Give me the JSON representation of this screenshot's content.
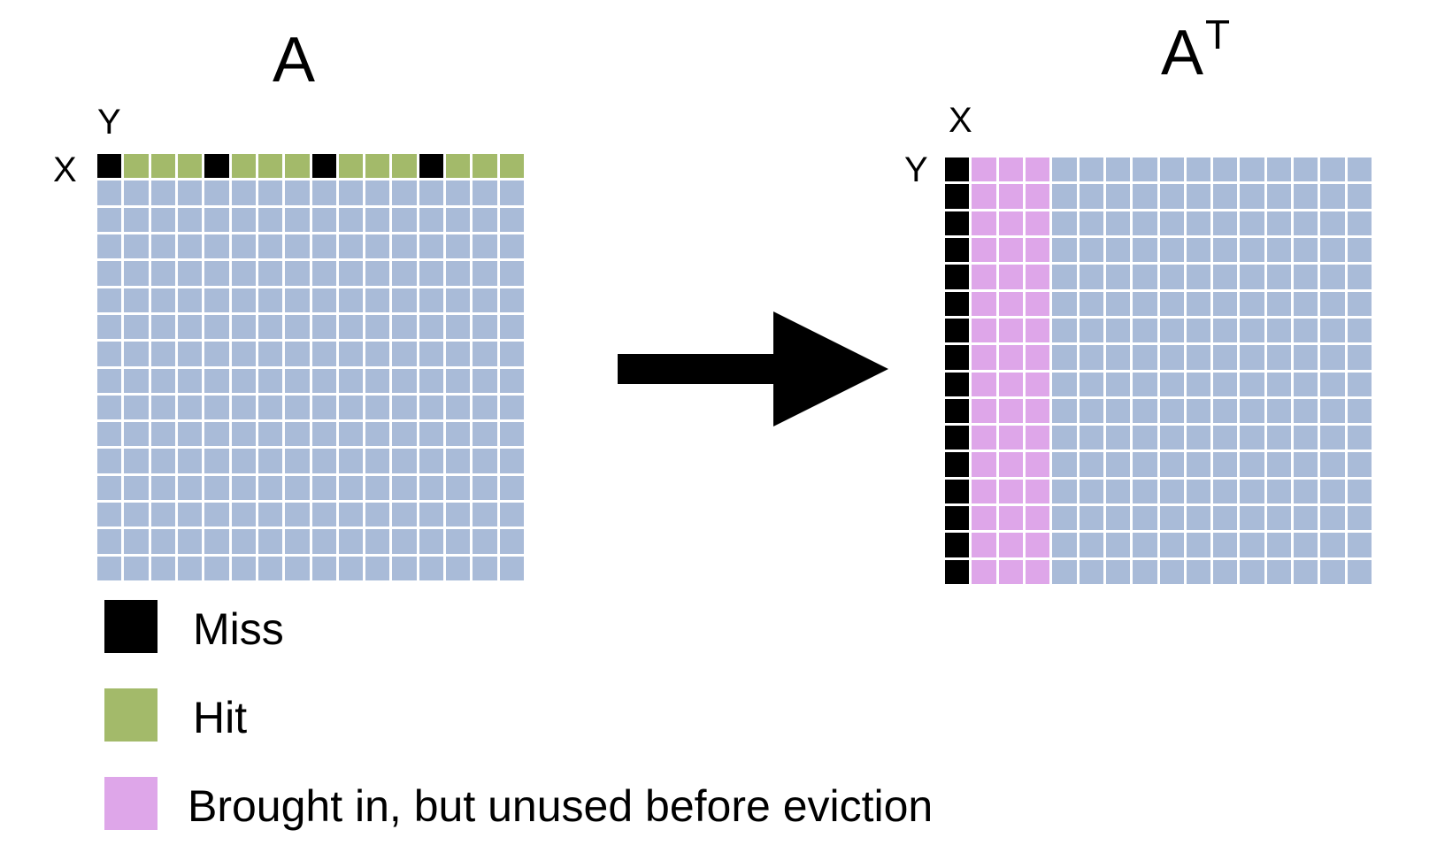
{
  "colors": {
    "miss": "#000000",
    "hit": "#a3ba6a",
    "unused": "#dea6e9",
    "normal": "#a9bbd8"
  },
  "left_matrix": {
    "title": "A",
    "row_axis_label": "X",
    "col_axis_label": "Y",
    "rows": 16,
    "cols": 16,
    "miss_cells_row0_cols": [
      0,
      4,
      8,
      12
    ],
    "hit_row": 0
  },
  "right_matrix": {
    "title": "A",
    "title_superscript": "T",
    "row_axis_label": "Y",
    "col_axis_label": "X",
    "rows": 16,
    "cols": 16,
    "miss_col": 0,
    "unused_cols": [
      1,
      2,
      3
    ]
  },
  "arrow_icon": "right-arrow-icon",
  "legend": [
    {
      "label": "Miss",
      "color_key": "miss"
    },
    {
      "label": "Hit",
      "color_key": "hit"
    },
    {
      "label": "Brought in, but unused before eviction",
      "color_key": "unused"
    }
  ]
}
